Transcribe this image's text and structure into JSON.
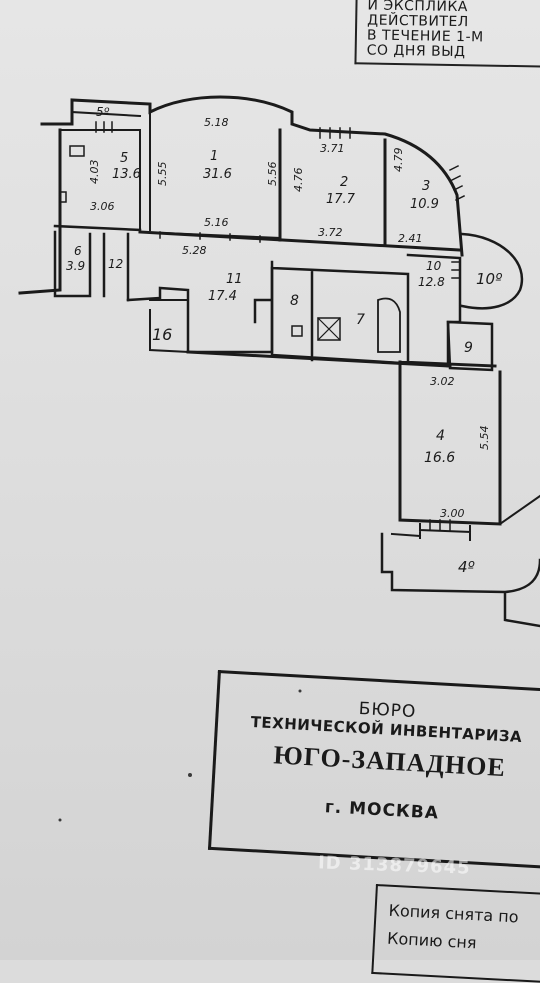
{
  "corner_stamp": {
    "lines": [
      "И ЭКСПЛИКА",
      "ДЕЙСТВИТЕЛ",
      "В ТЕЧЕНИЕ 1-М",
      "СО ДНЯ ВЫД"
    ]
  },
  "floor_plan": {
    "rooms": [
      {
        "number": "1",
        "area": "31.6"
      },
      {
        "number": "2",
        "area": "17.7"
      },
      {
        "number": "3",
        "area": "10.9"
      },
      {
        "number": "4",
        "area": "16.6"
      },
      {
        "number": "5",
        "area": "13.6"
      },
      {
        "number": "6",
        "area": "3.9"
      },
      {
        "number": "7",
        "area": ""
      },
      {
        "number": "8",
        "area": ""
      },
      {
        "number": "9",
        "area": ""
      },
      {
        "number": "10",
        "area": "12.8"
      },
      {
        "number": "11",
        "area": "17.4"
      },
      {
        "number": "12",
        "area": ""
      }
    ],
    "labels": {
      "balcony_top": "5º",
      "balcony_right": "10º",
      "balcony_bottom": "4º",
      "stair": "16",
      "room12": "12"
    },
    "dimensions": [
      "5.18",
      "5.55",
      "5.56",
      "5.16",
      "5.28",
      "4.03",
      "3.06",
      "3.71",
      "4.76",
      "3.72",
      "4.79",
      "2.41",
      "3.02",
      "5.54",
      "3.00"
    ]
  },
  "bti_stamp": {
    "line1": "БЮРО",
    "line2": "ТЕХНИЧЕСКОЙ ИНВЕНТАРИЗА",
    "line3": "ЮГО-ЗАПАДНОЕ",
    "line4": "г. МОСКВА"
  },
  "watermark": {
    "text": "ID 313879645"
  },
  "copy_stamp": {
    "line1": "Копия снята по",
    "line2": "Копию сня"
  }
}
